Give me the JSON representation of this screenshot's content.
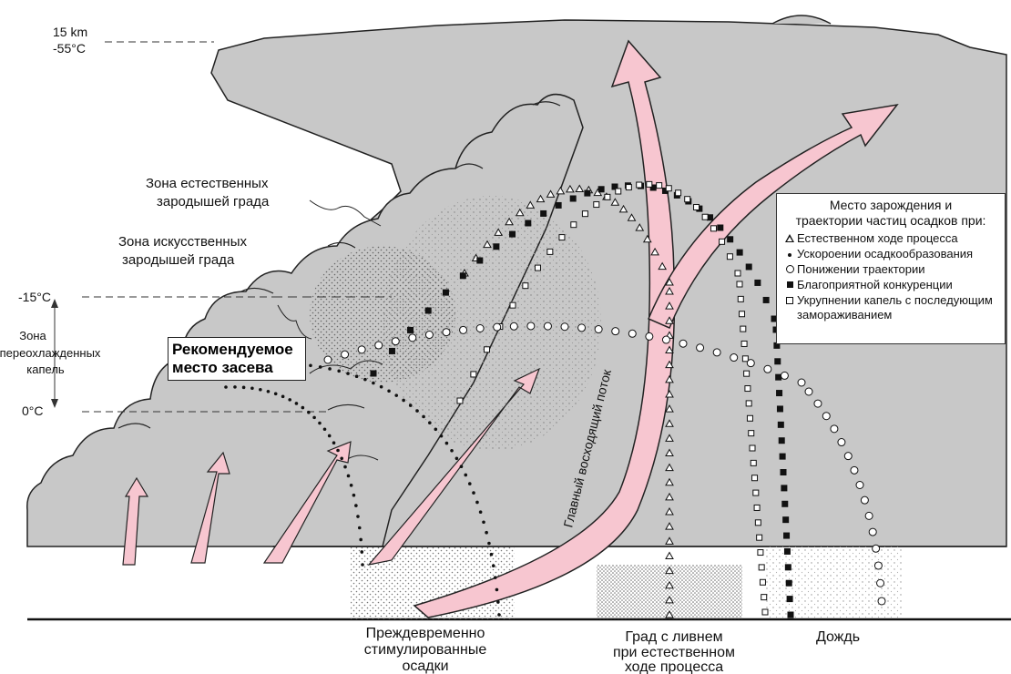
{
  "altitude": {
    "top": "15 km",
    "temp_top": "-55°C",
    "temp_mid": "-15°C",
    "temp_low": "0°C"
  },
  "zones": {
    "natural_embryos": [
      "Зона естественных",
      "зародышей града"
    ],
    "artificial_embryos": [
      "Зона искусственных",
      "зародышей града"
    ],
    "supercooled": [
      "Зона",
      "переохлажденных",
      "капель"
    ],
    "seeding": [
      "Рекомендуемое",
      "место засева"
    ]
  },
  "main_updraft_label": "Главный восходящий поток",
  "legend": {
    "title": [
      "Место зарождения и",
      "траектории частиц осадков при:"
    ],
    "items": [
      {
        "symbol": "triangle-open-icon",
        "label": "Естественном ходе процесса"
      },
      {
        "symbol": "dot-filled-icon",
        "label": "Ускороении осадкообразования"
      },
      {
        "symbol": "circle-open-icon",
        "label": "Понижении траектории"
      },
      {
        "symbol": "square-filled-icon",
        "label": "Благоприятной конкуренции"
      },
      {
        "symbol": "square-open-icon",
        "label": "Укрупнении капель с последующим замораживанием"
      }
    ]
  },
  "ground_labels": {
    "premature": [
      "Преждевременно",
      "стимулированные",
      "осадки"
    ],
    "hail": [
      "Град с ливнем",
      "при естественном",
      "ходе процесса"
    ],
    "rain": "Дождь"
  },
  "colors": {
    "cloud": "#c8c8c8",
    "arrow": "#f7c6d0",
    "outline": "#222222"
  }
}
